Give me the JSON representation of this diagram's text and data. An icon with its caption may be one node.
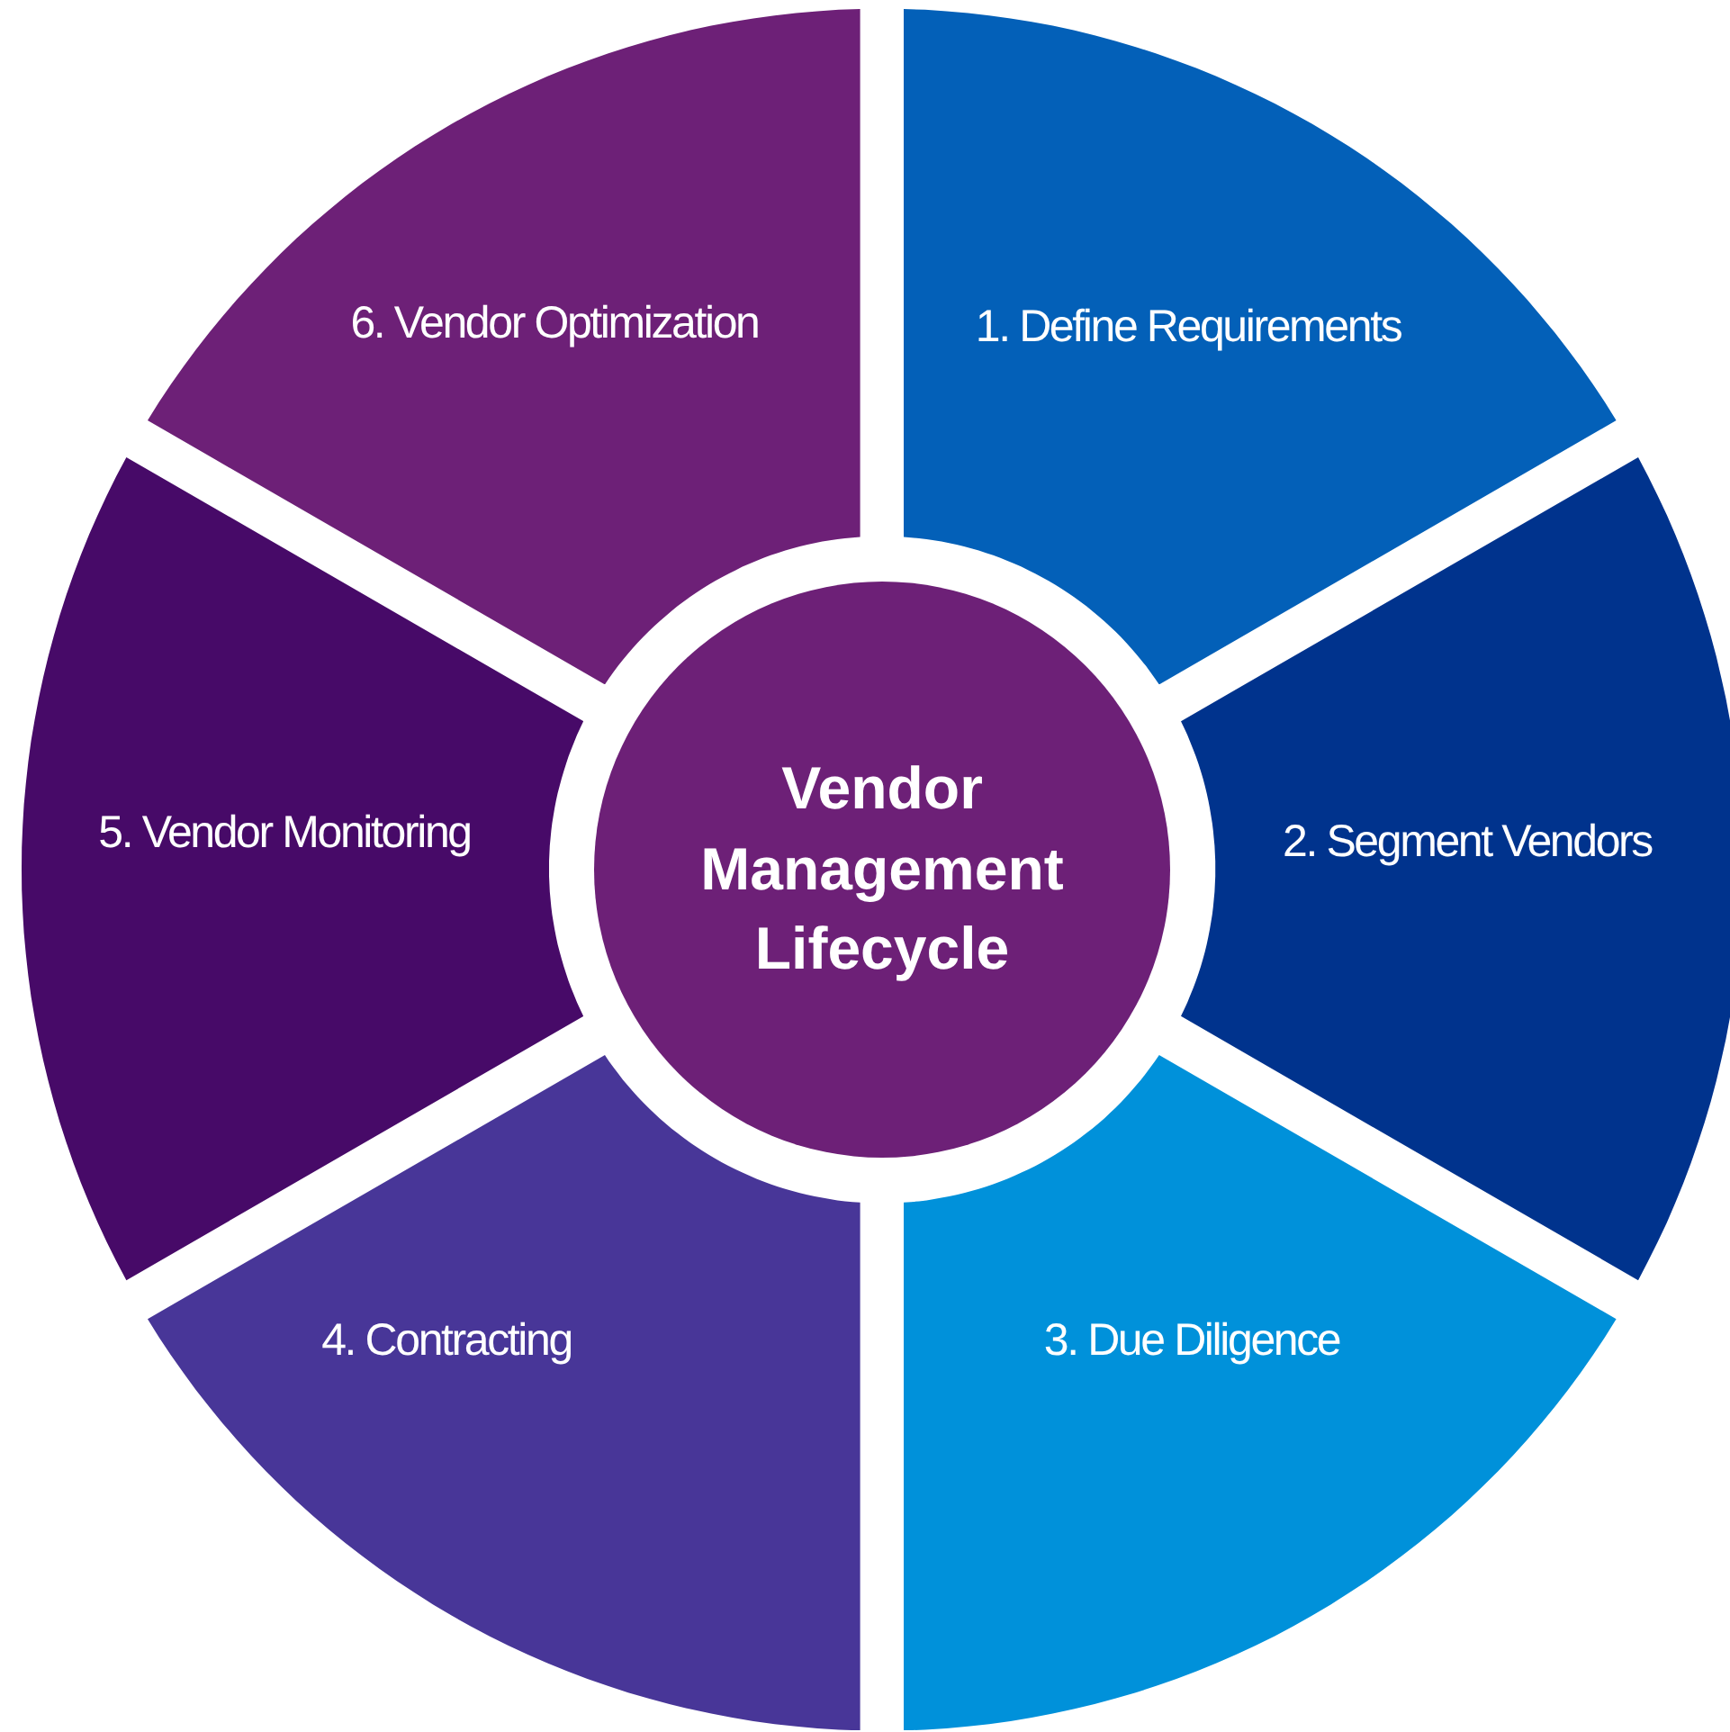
{
  "diagram": {
    "nodes": [
      {
        "text": [
          "Vendor Management Lifecycle"
        ]
      },
      {
        "text": [
          "1. Define Requirements"
        ]
      },
      {
        "text": [
          "2. Segment Vendors"
        ]
      },
      {
        "text": [
          "3. Due Diligence"
        ]
      },
      {
        "text": [
          "4. Contracting"
        ]
      },
      {
        "text": [
          "5. Vendor Monitoring"
        ]
      },
      {
        "text": [
          "6. Vendor Optimization"
        ]
      }
    ]
  }
}
